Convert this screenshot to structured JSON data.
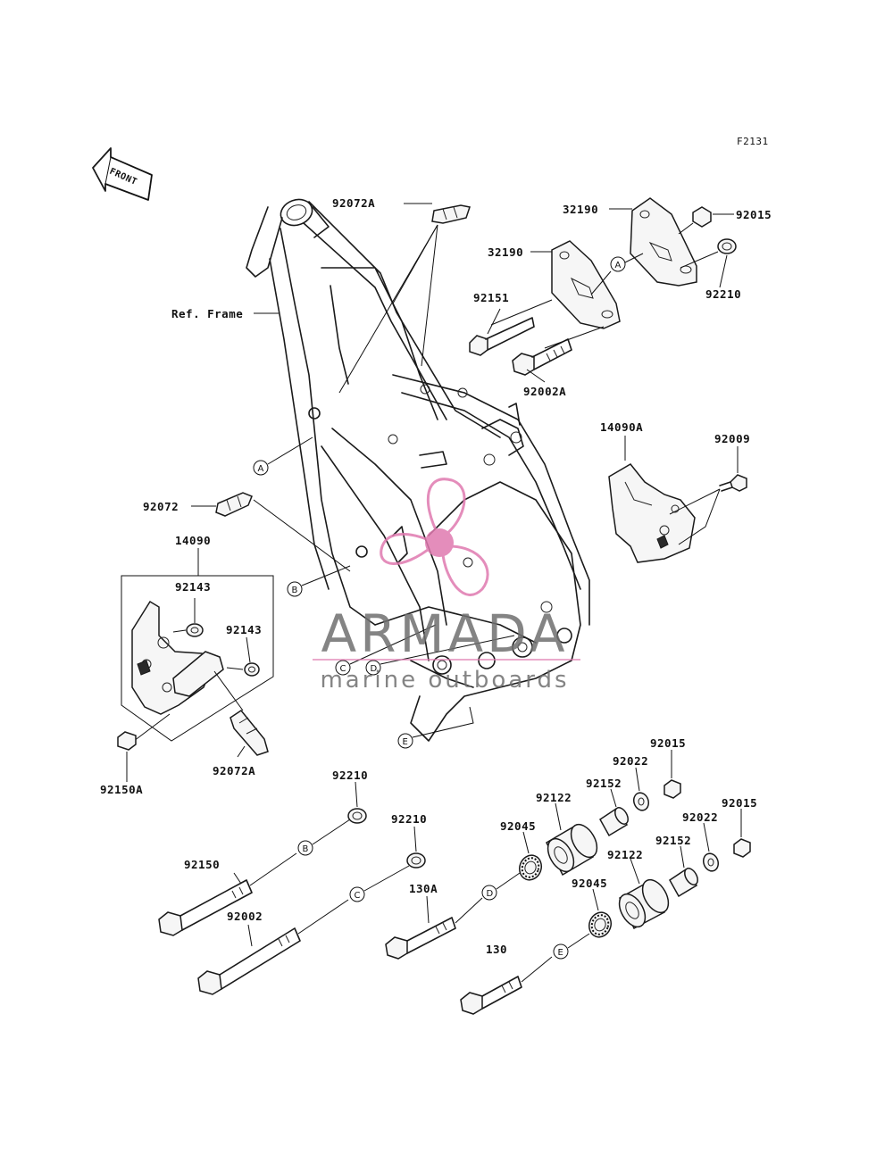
{
  "figure_code": "F2131",
  "front_arrow_label": "FRONT",
  "frame_label": "Ref. Frame",
  "watermark": {
    "brand": "ARMADA",
    "tagline": "marine outboards",
    "accent_color": "#e07ab0",
    "text_color": "#6f6f6f"
  },
  "part_labels": {
    "p32190_top": "32190",
    "p92015_top": "92015",
    "p32190_mid": "32190",
    "p92210_top": "92210",
    "p92151": "92151",
    "p92002A": "92002A",
    "p92072A_top": "92072A",
    "p14090A": "14090A",
    "p92009": "92009",
    "p92072": "92072",
    "p14090": "14090",
    "p92143_a": "92143",
    "p92143_b": "92143",
    "p92150A": "92150A",
    "p92072A_bottom": "92072A",
    "p92210_b": "92210",
    "p92210_c": "92210",
    "p92150": "92150",
    "p92002": "92002",
    "p130A": "130A",
    "p130": "130",
    "p92045_a": "92045",
    "p92045_b": "92045",
    "p92122_a": "92122",
    "p92122_b": "92122",
    "p92152_a": "92152",
    "p92152_b": "92152",
    "p92022_a": "92022",
    "p92022_b": "92022",
    "p92015_a": "92015",
    "p92015_b": "92015"
  },
  "callouts": {
    "A1": "A",
    "A2": "A",
    "B1": "B",
    "B2": "B",
    "C1": "C",
    "C2": "C",
    "D1": "D",
    "D2": "D",
    "E1": "E",
    "E2": "E"
  }
}
